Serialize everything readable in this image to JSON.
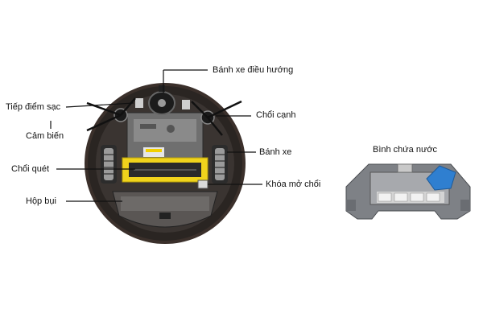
{
  "labels": {
    "drive_wheel": "Bánh xe điều hướng",
    "charging_contacts": "Tiếp điểm sạc",
    "side_brush": "Chổi cạnh",
    "sensor": "Cảm biến",
    "wheel": "Bánh xe",
    "main_brush": "Chổi quét",
    "brush_lock": "Khóa mở chổi",
    "dust_bin": "Hộp bụi",
    "water_tank": "Bình chứa nước"
  },
  "colors": {
    "body_dark": "#2a2522",
    "body_ring": "#4a3a33",
    "panel_gray": "#6f6f6f",
    "brush_yellow": "#f0d31c",
    "tank_blue": "#2f7fd0",
    "tank_gray": "#7e8186"
  }
}
